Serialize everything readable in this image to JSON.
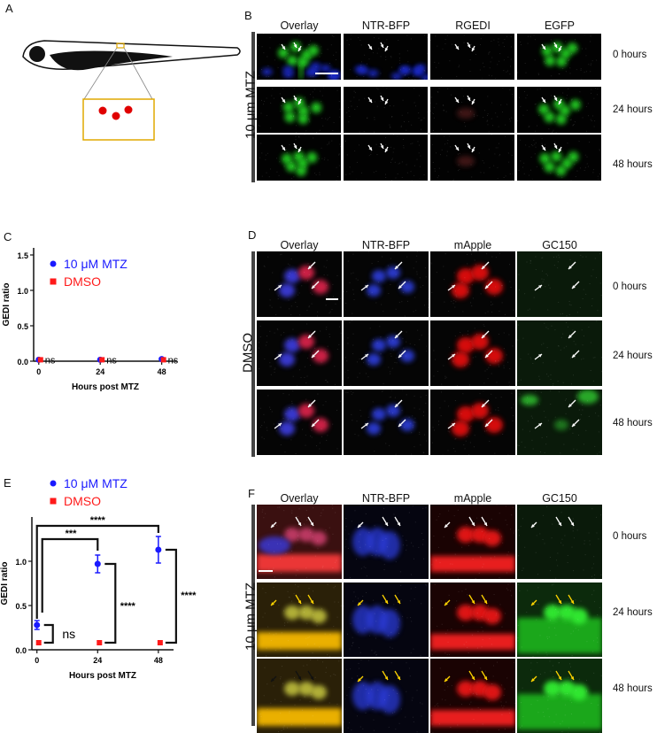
{
  "panels": {
    "A": "A",
    "B": "B",
    "C": "C",
    "D": "D",
    "E": "E",
    "F": "F"
  },
  "panelB": {
    "condition": "10 μm MTZ",
    "columns": [
      "Overlay",
      "NTR-BFP",
      "RGEDI",
      "EGFP"
    ],
    "times": [
      "0 hours",
      "24 hours",
      "48 hours"
    ]
  },
  "panelD": {
    "condition": "DMSO",
    "columns": [
      "Overlay",
      "NTR-BFP",
      "mApple",
      "GC150"
    ],
    "times": [
      "0 hours",
      "24 hours",
      "48 hours"
    ]
  },
  "panelF": {
    "condition": "10 μm MTZ",
    "columns": [
      "Overlay",
      "NTR-BFP",
      "mApple",
      "GC150"
    ],
    "times": [
      "0 hours",
      "24 hours",
      "48 hours"
    ]
  },
  "chart_data": [
    {
      "id": "C",
      "type": "scatter",
      "ylabel": "GEDI ratio",
      "xlabel": "Hours post MTZ",
      "x": [
        0,
        24,
        48
      ],
      "xticks": [
        "0",
        "24",
        "48"
      ],
      "ylim": [
        0,
        1.6
      ],
      "yticks": [
        "0.0",
        "0.5",
        "1.0",
        "1.5"
      ],
      "series": [
        {
          "name": "10 μM MTZ",
          "color": "#1a1aff",
          "marker": "circle",
          "values": [
            0.02,
            0.02,
            0.03
          ]
        },
        {
          "name": "DMSO",
          "color": "#ff1a1a",
          "marker": "square",
          "values": [
            0.02,
            0.02,
            0.02
          ]
        }
      ],
      "annotations": [
        "ns",
        "ns",
        "ns"
      ],
      "legend": "top-left"
    },
    {
      "id": "E",
      "type": "scatter",
      "ylabel": "GEDI ratio",
      "xlabel": "Hours post MTZ",
      "x": [
        0,
        24,
        48
      ],
      "xticks": [
        "0",
        "24",
        "48"
      ],
      "ylim": [
        0,
        1.5
      ],
      "yticks": [
        "0.0",
        "0.5",
        "1.0"
      ],
      "series": [
        {
          "name": "10 μM MTZ",
          "color": "#1a1aff",
          "marker": "circle",
          "values": [
            0.28,
            0.97,
            1.13
          ],
          "err": [
            0.05,
            0.1,
            0.15
          ]
        },
        {
          "name": "DMSO",
          "color": "#ff1a1a",
          "marker": "square",
          "values": [
            0.08,
            0.08,
            0.08
          ]
        }
      ],
      "significance": [
        "****",
        "***",
        "****",
        "****",
        "ns"
      ],
      "legend": "top-left"
    }
  ]
}
